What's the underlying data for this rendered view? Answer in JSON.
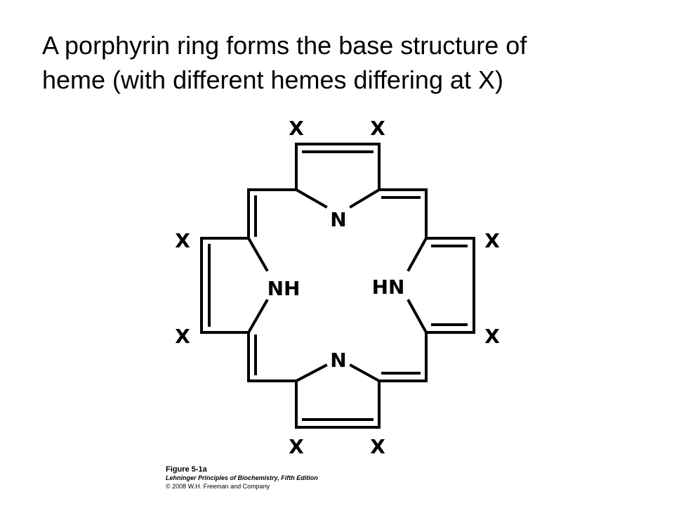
{
  "slide": {
    "title_lines": [
      "A porphyrin ring forms the base structure of",
      "heme (with different hemes differing at X)"
    ]
  },
  "diagram": {
    "substituent": "X",
    "pyrrole_labels": {
      "top": "N",
      "bottom": "N",
      "left": "NH",
      "right": "HN"
    },
    "line_color": "#000000"
  },
  "caption": {
    "figure": "Figure 5-1a",
    "book": "Lehninger Principles of Biochemistry, Fifth Edition",
    "copyright": "© 2008 W.H. Freeman and Company"
  }
}
